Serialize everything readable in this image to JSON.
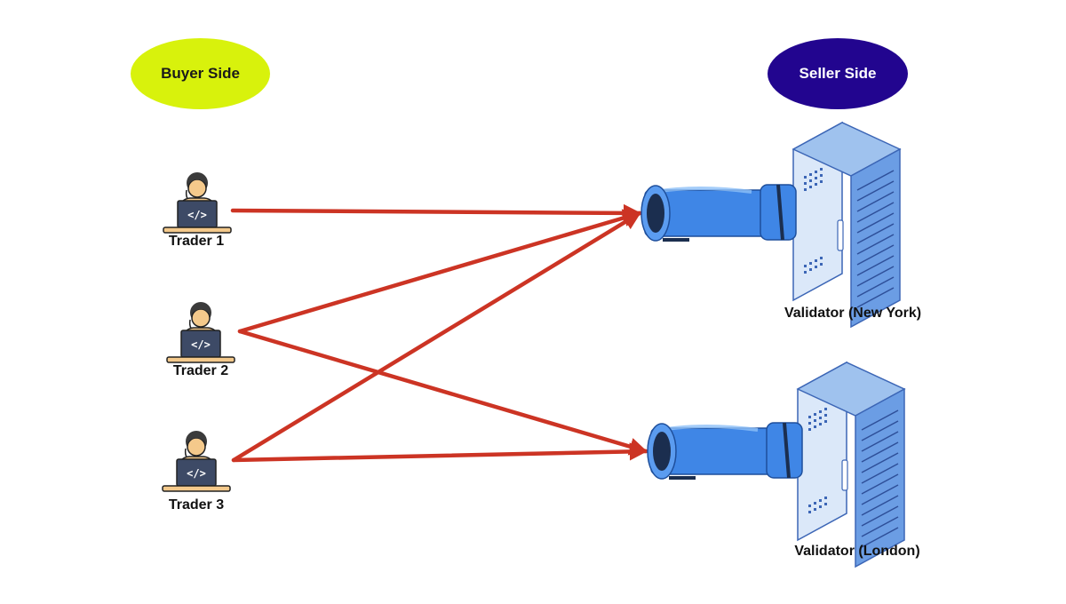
{
  "buyer_side": {
    "label": "Buyer Side",
    "color": "#d8f20c"
  },
  "seller_side": {
    "label": "Seller Side",
    "color": "#22058f"
  },
  "traders": [
    {
      "label": "Trader 1"
    },
    {
      "label": "Trader 2"
    },
    {
      "label": "Trader 3"
    }
  ],
  "validators": [
    {
      "label": "Validator (New York)"
    },
    {
      "label": "Validator (London)"
    }
  ],
  "connections": [
    {
      "from": "Trader 1",
      "to": "Validator (New York)"
    },
    {
      "from": "Trader 2",
      "to": "Validator (New York)"
    },
    {
      "from": "Trader 2",
      "to": "Validator (London)"
    },
    {
      "from": "Trader 3",
      "to": "Validator (New York)"
    },
    {
      "from": "Trader 3",
      "to": "Validator (London)"
    }
  ],
  "colors": {
    "arrow": "#cc3424",
    "pipe": "#3f86e6",
    "server": "#9fc2ee",
    "laptop": "#3d4a66",
    "desk": "#f4c98b"
  },
  "icons": {
    "trader": "developer-at-laptop-icon",
    "pipe": "pipe-icon",
    "server": "server-rack-icon"
  }
}
